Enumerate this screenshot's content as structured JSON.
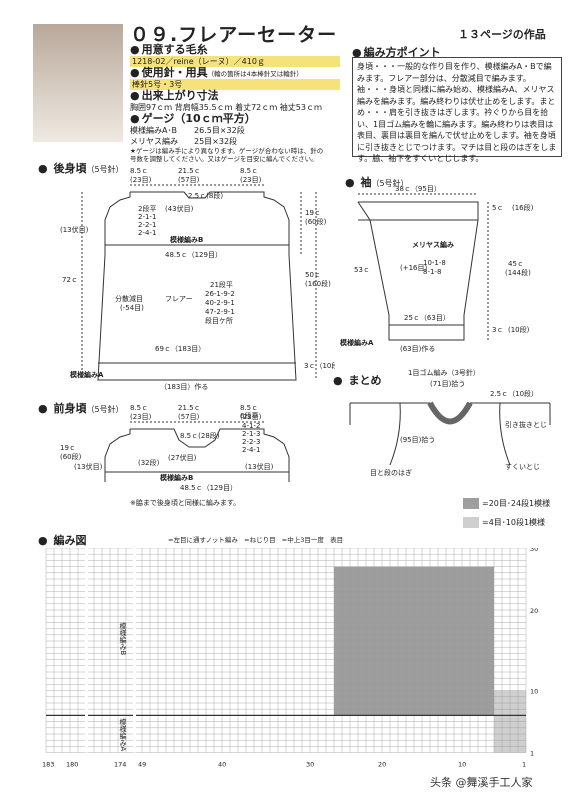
{
  "header": {
    "title": "０９.フレアーセーター",
    "page_ref": "１３ページの作品"
  },
  "materials": {
    "yarn_heading": "用意する毛糸",
    "yarn_line": "1218-02／reine（レーヌ）／410ｇ",
    "tools_heading": "使用針・用具",
    "tools_note": "（輪の箇所は4本棒針又は輪針）",
    "needles": "棒針5号・3号",
    "size_heading": "出来上がり寸法",
    "size_line": "胸囲97ｃｍ 背肩幅35.5ｃｍ 着丈72ｃｍ 袖丈53ｃｍ",
    "gauge_heading": "ゲージ（10ｃｍ平方）",
    "gauge_rows": [
      {
        "name": "模様編みA･B",
        "value": "26.5目×32段"
      },
      {
        "name": "メリヤス編み",
        "value": "25目×32段"
      }
    ],
    "gauge_note": "★ゲージは編み手により異なります。ゲージが合わない時は、針の号数を調整してください。又はゲージを目安に編んでください。"
  },
  "pointers": {
    "heading": "編み方ポイント",
    "body": "身頃・・・一般的な作り目を作り、模様編みA・Bで編みます。フレアー部分は、分散減目で編みます。袖・・・身頃と同様に編み始め、模様編みA、メリヤス編みを編みます。編み終わりは伏せ止めをします。まとめ・・・肩を引き抜きはぎします。衿ぐりから目を拾い、1目ゴム編みを輪に編みます。編み終わりは表目は表目、裏目は裏目を編んで伏せ止めをします。袖を身頃に引き抜きとじでつけます。マチは目と段のはぎをします。脇、袖下をすくいとじします。"
  },
  "back": {
    "heading": "後身頃",
    "needle": "（5号針）",
    "top_dims": [
      "8.5ｃ",
      "21.5ｃ",
      "8.5ｃ"
    ],
    "top_sts": [
      "(23目)",
      "(57目)",
      "(23目)"
    ],
    "neck": "2.5ｃ(8段)",
    "neck_sts": "(43伏目)",
    "dec_steps": [
      "2段平",
      "2-1-1",
      "2-2-1",
      "2-4-1"
    ],
    "armhole_side": "(13伏目)",
    "pattern_b": "模様編みB",
    "width_b": "48.5ｃ（129目）",
    "side_height": "19ｃ",
    "side_rows": "(60段)",
    "mid_height": "50ｃ",
    "mid_rows": "(160段)",
    "total_height": "72ｃ",
    "dist_dec": "分散減目",
    "dist_dec_n": "(-54目)",
    "flare": "フレアー",
    "flare_steps": [
      "21段平",
      "26-1-9-2",
      "40-2-9-1",
      "47-2-9-1",
      "段目ケ所"
    ],
    "hem_width": "69ｃ（183目）",
    "hem_height": "3ｃ（10段）",
    "pattern_a": "模様編みA",
    "cast_on": "（183目）作る"
  },
  "front": {
    "heading": "前身頃",
    "needle": "（5号針）",
    "top_dims": [
      "8.5ｃ",
      "21.5ｃ",
      "8.5ｃ"
    ],
    "top_sts": [
      "(23目)",
      "(57目)",
      "(23目)"
    ],
    "neck": "8.5ｃ(28段)",
    "neck_sts": "(27伏目)",
    "dec_steps": [
      "6段平",
      "4-1-2",
      "2-1-3",
      "2-2-3",
      "2-4-1"
    ],
    "left_rows": "(32段)",
    "side_height": "19ｃ",
    "side_rows": "(60段)",
    "armhole_side": "(13伏目)",
    "pattern_b": "模様編みB",
    "width_b": "48.5ｃ（129目）",
    "note": "※脇まで後身頃と同様に編みます。"
  },
  "sleeve": {
    "heading": "袖",
    "needle": "（5号針）",
    "top": "38ｃ（95目）",
    "top_rows": "5ｃ",
    "top_rows_n": "(16段)",
    "stockinette": "メリヤス編み",
    "inc": "(+16目)",
    "inc_steps": [
      "10-1-8",
      "8-1-8"
    ],
    "len": "53ｃ",
    "body_len": "45ｃ",
    "body_rows": "(144段)",
    "cuff": "25ｃ（63目）",
    "cuff_h": "3ｃ",
    "cuff_rows": "(10段)",
    "pattern_a": "模様編みA",
    "cast_on": "(63目)作る"
  },
  "finishing": {
    "heading": "まとめ",
    "rib": "1目ゴム編み（3号針）",
    "pick": "(71目)拾う",
    "rib_h": "2.5ｃ（10段）",
    "pick2": "(95目)拾う",
    "join1": "引き抜きとじ",
    "join2": "目と段のはぎ",
    "join3": "すくいとじ"
  },
  "legend": {
    "dark": "=20目･24段1模様",
    "light": "=4目･10段1模様"
  },
  "chart": {
    "heading": "編み図",
    "symbols": [
      "=左目に通すノット編み",
      "=ねじり目",
      "=中上3目一度",
      "表目"
    ],
    "row_labels": [
      "30",
      "20",
      "10",
      "1"
    ],
    "col_labels": [
      "183",
      "180",
      "174",
      "49",
      "40",
      "30",
      "20",
      "10",
      "1"
    ],
    "pattern_b": "模様編みB",
    "pattern_a": "模様編みA"
  },
  "watermark": "头条 @舞溪手工人家"
}
